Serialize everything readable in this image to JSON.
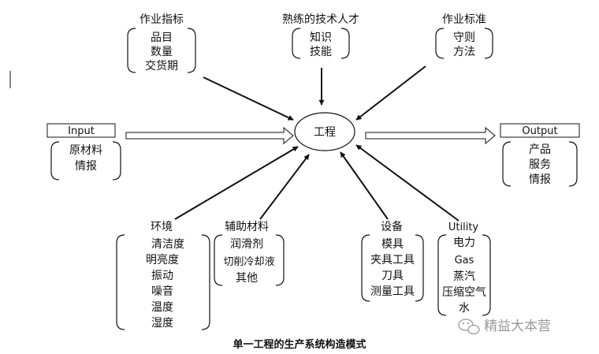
{
  "center": {
    "label": "工程"
  },
  "top": [
    {
      "title": "作业指标",
      "items": [
        "品目",
        "数量",
        "交货期"
      ]
    },
    {
      "title": "熟练的技术人才",
      "items": [
        "知识",
        "技能"
      ]
    },
    {
      "title": "作业标准",
      "items": [
        "守则",
        "方法"
      ]
    }
  ],
  "input": {
    "title": "Input",
    "items": [
      "原材料",
      "情报"
    ]
  },
  "output": {
    "title": "Output",
    "items": [
      "产品",
      "服务",
      "情报"
    ]
  },
  "bottom": [
    {
      "title": "环境",
      "items": [
        "清洁度",
        "明亮度",
        "振动",
        "噪音",
        "温度",
        "湿度"
      ]
    },
    {
      "title": "辅助材料",
      "items": [
        "润滑剂",
        "切削冷却液",
        "其他"
      ]
    },
    {
      "title": "设备",
      "items": [
        "模具",
        "夹具工具",
        "刀具",
        "测量工具"
      ]
    },
    {
      "title": "Utility",
      "items": [
        "电力",
        "Gas",
        "蒸汽",
        "压缩空气",
        "水"
      ]
    }
  ],
  "caption": "单一工程的生产系统构造模式",
  "watermark": {
    "text": "精益大本营",
    "icon": "wechat-icon"
  }
}
